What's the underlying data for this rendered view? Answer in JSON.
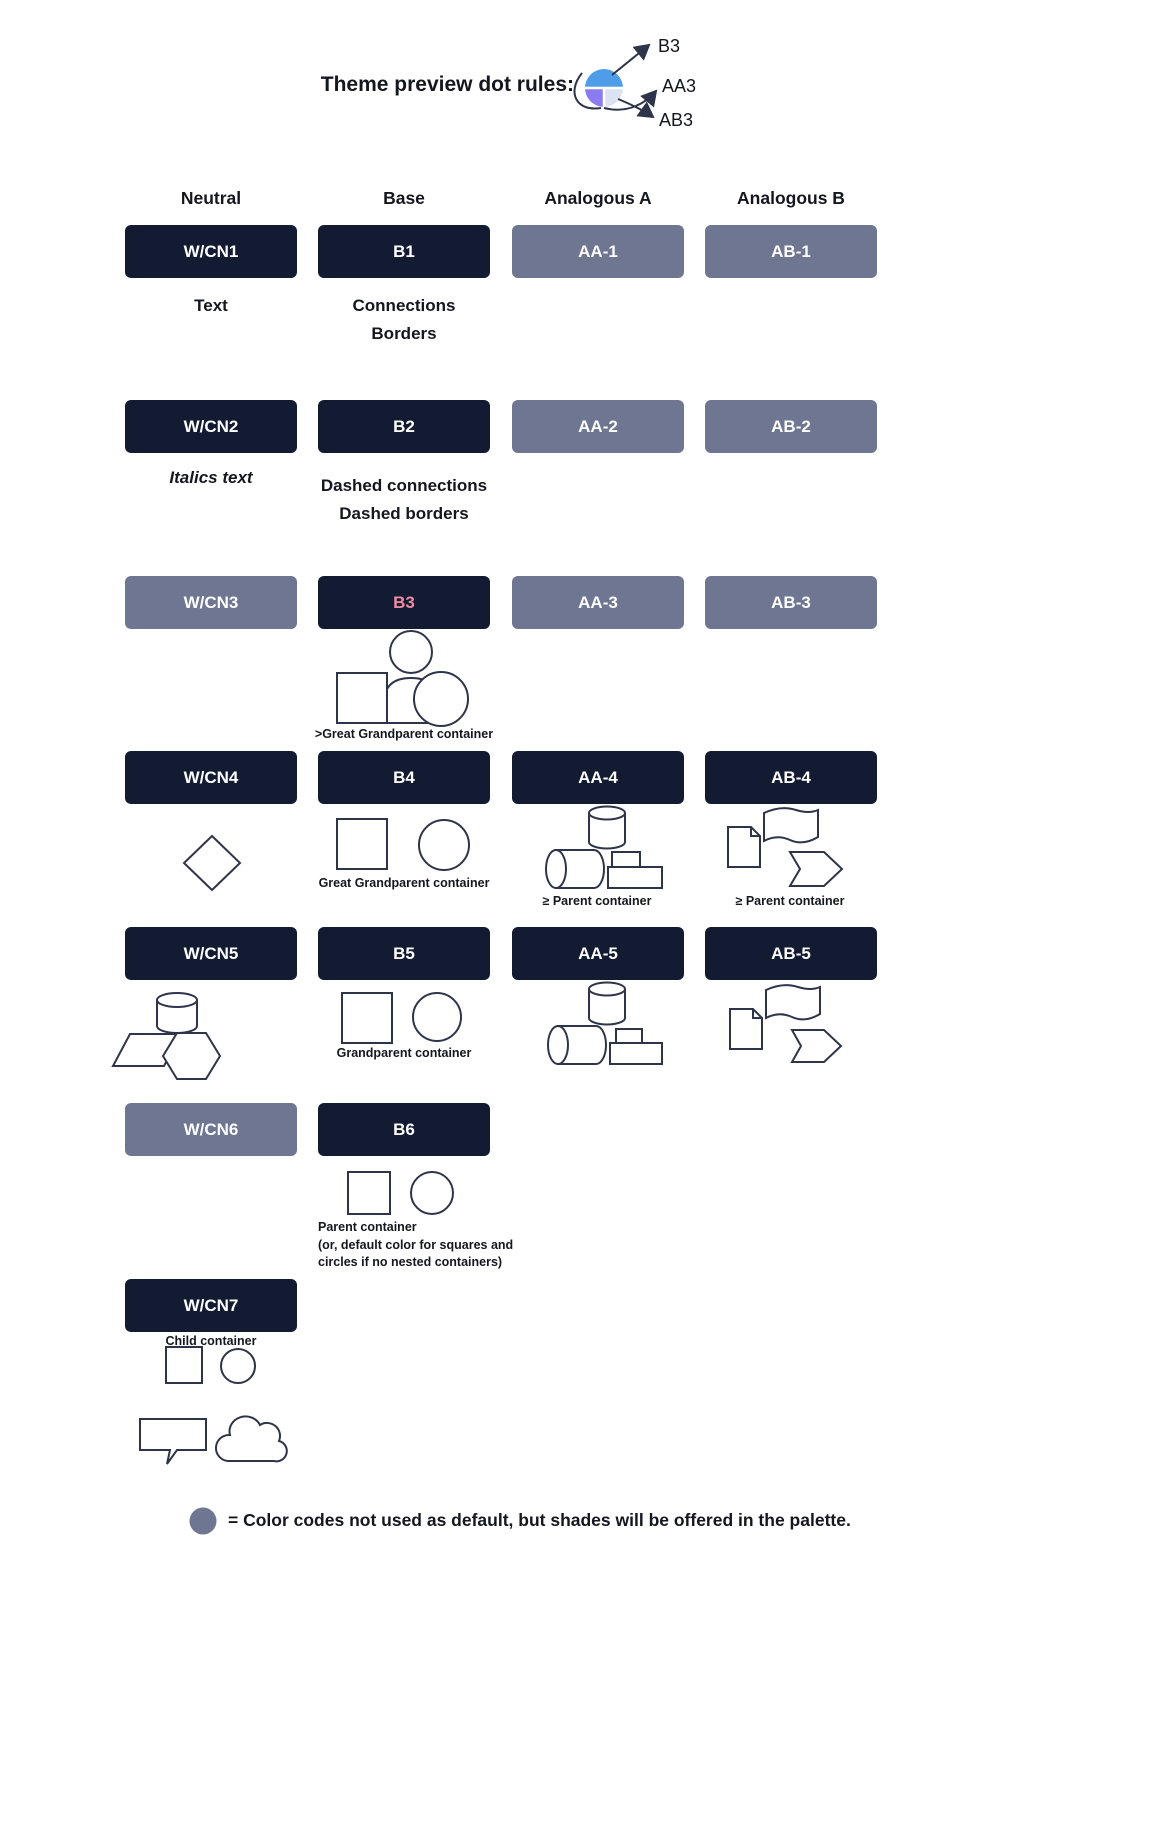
{
  "header": {
    "title": "Theme preview dot rules:",
    "labels": {
      "b3": "B3",
      "aa3": "AA3",
      "ab3": "AB3"
    }
  },
  "columns": {
    "c1": "Neutral",
    "c2": "Base",
    "c3": "Analogous A",
    "c4": "Analogous B"
  },
  "pills": {
    "wcn1": "W/CN1",
    "wcn2": "W/CN2",
    "wcn3": "W/CN3",
    "wcn4": "W/CN4",
    "wcn5": "W/CN5",
    "wcn6": "W/CN6",
    "wcn7": "W/CN7",
    "b1": "B1",
    "b2": "B2",
    "b3": "B3",
    "b4": "B4",
    "b5": "B5",
    "b6": "B6",
    "aa1": "AA-1",
    "aa2": "AA-2",
    "aa3": "AA-3",
    "aa4": "AA-4",
    "aa5": "AA-5",
    "ab1": "AB-1",
    "ab2": "AB-2",
    "ab3": "AB-3",
    "ab4": "AB-4",
    "ab5": "AB-5"
  },
  "captions": {
    "wcn1": "Text",
    "b1_line1": "Connections",
    "b1_line2": "Borders",
    "wcn2": "Italics text",
    "b2_line1": "Dashed connections",
    "b2_line2": "Dashed borders",
    "b3_shapes": ">Great Grandparent container",
    "b4_shapes": "Great Grandparent container",
    "aa4_shapes": "≥  Parent container",
    "ab4_shapes": "≥ Parent container",
    "b5_shapes": "Grandparent container",
    "b6_line1": "Parent container",
    "b6_line2": "(or, default color for squares and",
    "b6_line3": "circles if no nested containers)",
    "wcn7_shapes": "Child container"
  },
  "shapes": {
    "theme_dot": "pie-dot",
    "b3": [
      "person",
      "square",
      "circle"
    ],
    "wcn4": [
      "diamond"
    ],
    "b4": [
      "square",
      "circle"
    ],
    "aa4": [
      "cylinder",
      "horizontal-cylinder",
      "stacked-rectangles"
    ],
    "ab4": [
      "document",
      "wave-banner",
      "chevron-arrow"
    ],
    "wcn5": [
      "cylinder",
      "parallelogram",
      "hexagon"
    ],
    "b5": [
      "square",
      "circle"
    ],
    "aa5": [
      "cylinder",
      "horizontal-cylinder",
      "stacked-rectangles"
    ],
    "ab5": [
      "wave-banner",
      "document",
      "chevron-arrow"
    ],
    "b6": [
      "square",
      "circle"
    ],
    "wcn7": [
      "square",
      "circle",
      "speech-bubble",
      "cloud"
    ]
  },
  "footer": {
    "legend": "= Color codes not used as default, but shades will be offered in the palette."
  },
  "colors": {
    "dark_navy": "#131b33",
    "slate_gray": "#6e7691",
    "pink": "#ef8ca4",
    "dot_blue": "#4f9de9",
    "dot_purple": "#8b7bf0",
    "dot_light": "#dbe3f2",
    "stroke": "#2e3449"
  }
}
